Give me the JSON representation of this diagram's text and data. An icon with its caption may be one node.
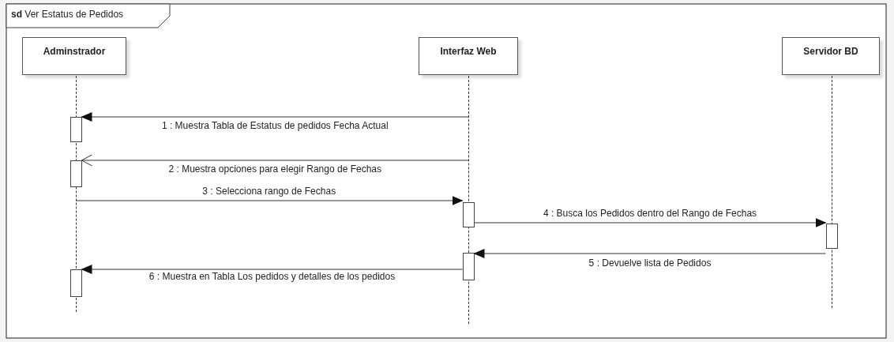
{
  "diagram": {
    "title": "**sd** Ver Estatus de Pedidos",
    "nodes": [
      {
        "text": [
          "Adminstrador"
        ]
      },
      {
        "text": [
          "Interfaz Web"
        ]
      },
      {
        "text": [
          "Servidor BD"
        ]
      },
      {
        "text": [],
        "shape": "line"
      },
      {
        "text": [],
        "shape": "line"
      },
      {
        "text": [],
        "shape": "line"
      },
      {
        "text": [],
        "shape": "bar"
      },
      {
        "text": [],
        "shape": "bar"
      },
      {
        "text": [],
        "shape": "bar"
      },
      {
        "text": [],
        "shape": "bar"
      },
      {
        "text": [],
        "shape": "bar"
      },
      {
        "text": [],
        "shape": "bar"
      }
    ],
    "edges": [
      {
        "from": 4,
        "to": 6,
        "arrow": "to",
        "label": "1 : Muestra Tabla de Estatus de pedidos Fecha Actual"
      },
      {
        "from": 4,
        "to": 7,
        "arrow": "to",
        "label": "2 : Muestra opciones para elegir Rango de Fechas"
      },
      {
        "from": 3,
        "to": 8,
        "arrow": "to",
        "label": "3 : Selecciona rango de Fechas"
      },
      {
        "from": 8,
        "to": 9,
        "arrow": "to",
        "label": "4 : Busca los Pedidos dentro del Rango de Fechas"
      },
      {
        "from": 9,
        "to": 10,
        "arrow": "to",
        "label": "5 : Devuelve lista de Pedidos"
      },
      {
        "from": 10,
        "to": 11,
        "arrow": "to",
        "label": "6 : Muestra en Tabla Los pedidos y detalles de los pedidos"
      }
    ]
  }
}
